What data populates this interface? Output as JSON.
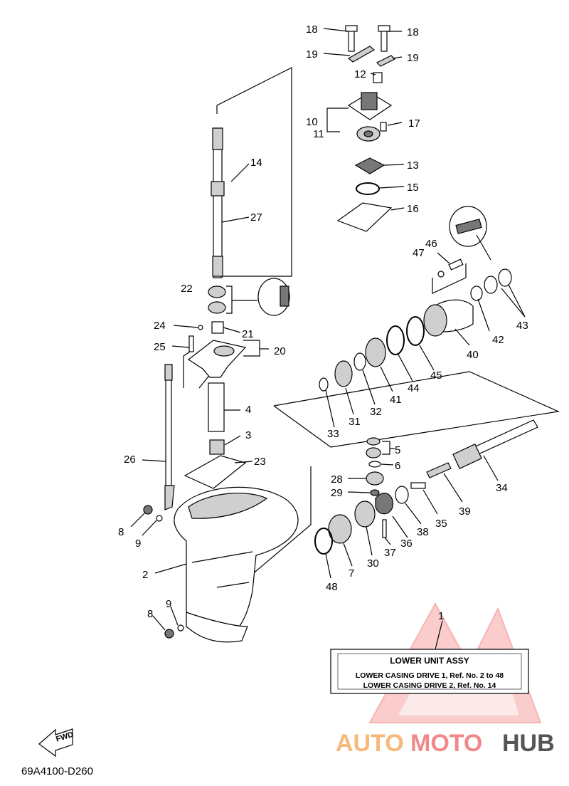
{
  "diagram": {
    "code": "69A4100-D260",
    "fwd_label": "FWD",
    "assy_box": {
      "ref": "1",
      "title": "LOWER UNIT ASSY",
      "line1": "LOWER CASING DRIVE 1, Ref. No. 2 to 48",
      "line2": "LOWER CASING DRIVE 2, Ref. No. 14"
    },
    "watermark": {
      "part1": "AUTO",
      "part2": "MOTO",
      "part3": "HUB",
      "color1": "#f5b97a",
      "color2": "#f08a8a",
      "color3": "#555555"
    },
    "callouts": [
      "18",
      "18",
      "19",
      "19",
      "12",
      "10",
      "17",
      "11",
      "13",
      "15",
      "16",
      "14",
      "27",
      "46",
      "47",
      "43",
      "22",
      "42",
      "24",
      "21",
      "20",
      "25",
      "40",
      "45",
      "44",
      "41",
      "32",
      "31",
      "4",
      "33",
      "3",
      "5",
      "23",
      "26",
      "6",
      "28",
      "34",
      "29",
      "39",
      "35",
      "38",
      "8",
      "9",
      "36",
      "37",
      "30",
      "7",
      "2",
      "48",
      "9",
      "8"
    ]
  }
}
